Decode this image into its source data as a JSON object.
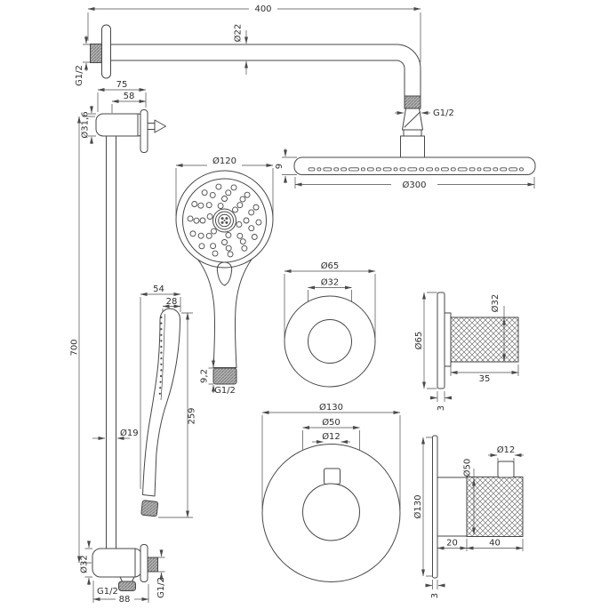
{
  "drawing": {
    "type": "technical-dimension-drawing",
    "subject": "thermostatic-shower-set",
    "colors": {
      "line": "#474747",
      "dimension": "#4a4a4a",
      "thread_fill": "#b5b5b5",
      "background": "#ffffff"
    }
  },
  "components": {
    "shower_arm": {
      "length": "400",
      "tube_diameter": "Ø22",
      "wall_thread": "G1/2"
    },
    "rain_head": {
      "diameter": "Ø300",
      "thickness": "9",
      "thread": "G1/2"
    },
    "slide_rail": {
      "top_bracket_width": "75",
      "top_bracket_offset": "58",
      "top_bracket_diameter": "Ø31,6",
      "height": "700",
      "tube_diameter": "Ø19",
      "bottom_bracket_diameter": "Ø32",
      "bottom_outlet_thread": "G1/2",
      "bottom_side_thread": "G1/2",
      "bottom_bracket_width": "88"
    },
    "hand_shower_front": {
      "face_diameter": "Ø120",
      "nut_height": "9,2",
      "thread": "G1/2"
    },
    "hand_shower_side": {
      "width": "54",
      "depth": "28",
      "length": "259"
    },
    "stop_valve_front": {
      "plate_diameter": "Ø65",
      "knob_diameter": "Ø32"
    },
    "stop_valve_side": {
      "plate_diameter": "Ø65",
      "knob_diameter": "Ø32",
      "knob_length": "35",
      "plate_thickness": "3"
    },
    "thermostat_front": {
      "plate_diameter": "Ø130",
      "knob_diameter": "Ø50",
      "button_diameter": "Ø12"
    },
    "thermostat_side": {
      "plate_diameter": "Ø130",
      "knob_diameter": "Ø50",
      "button_diameter": "Ø12",
      "body_length": "20",
      "knob_length": "40",
      "plate_thickness": "3"
    }
  }
}
